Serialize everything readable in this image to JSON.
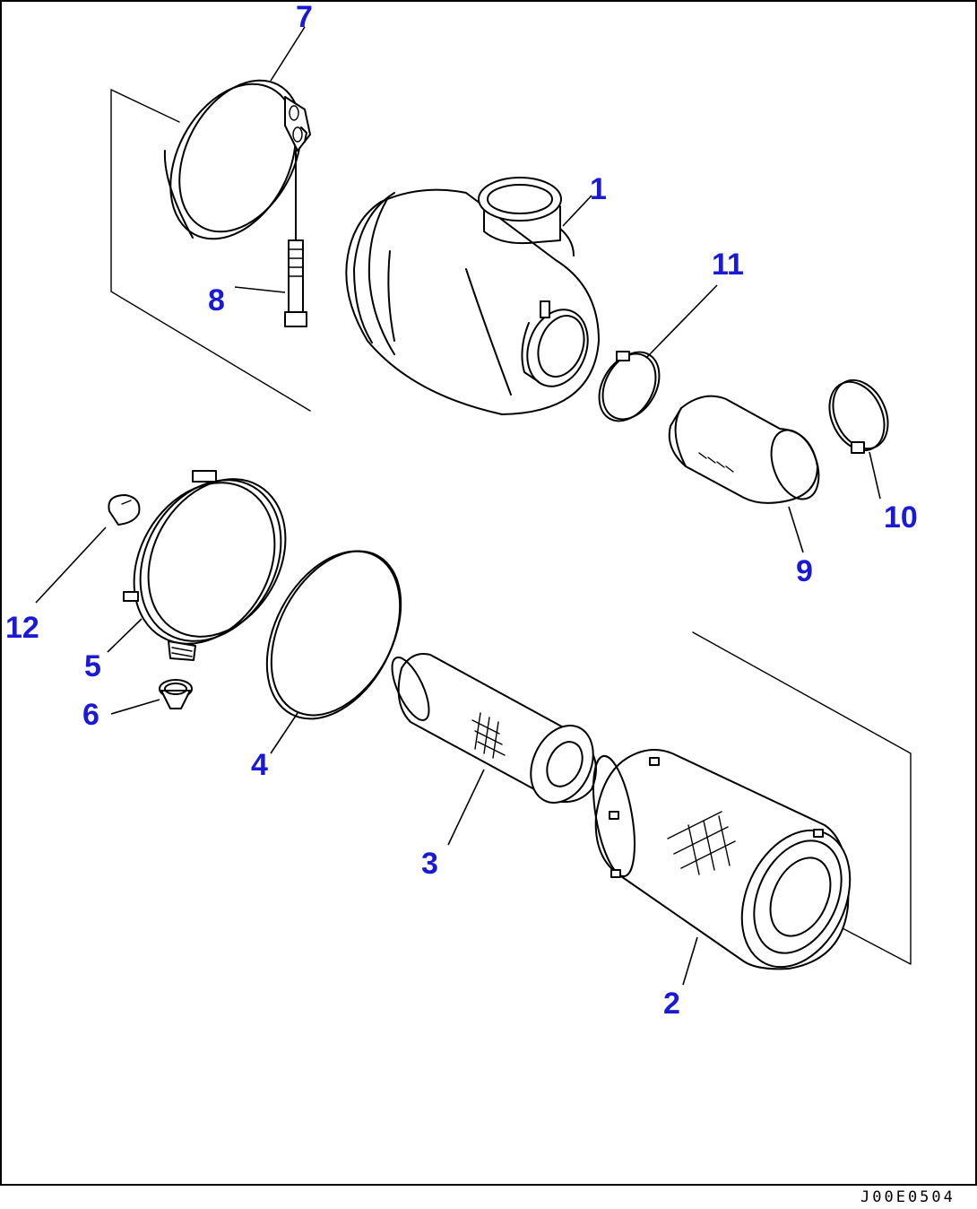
{
  "callouts": {
    "p1": "1",
    "p2": "2",
    "p3": "3",
    "p4": "4",
    "p5": "5",
    "p6": "6",
    "p7": "7",
    "p8": "8",
    "p9": "9",
    "p10": "10",
    "p11": "11",
    "p12": "12"
  },
  "drawing_code": "J00E0504",
  "colors": {
    "callout": "#1a1ad6",
    "line": "#000000",
    "background": "#ffffff"
  }
}
